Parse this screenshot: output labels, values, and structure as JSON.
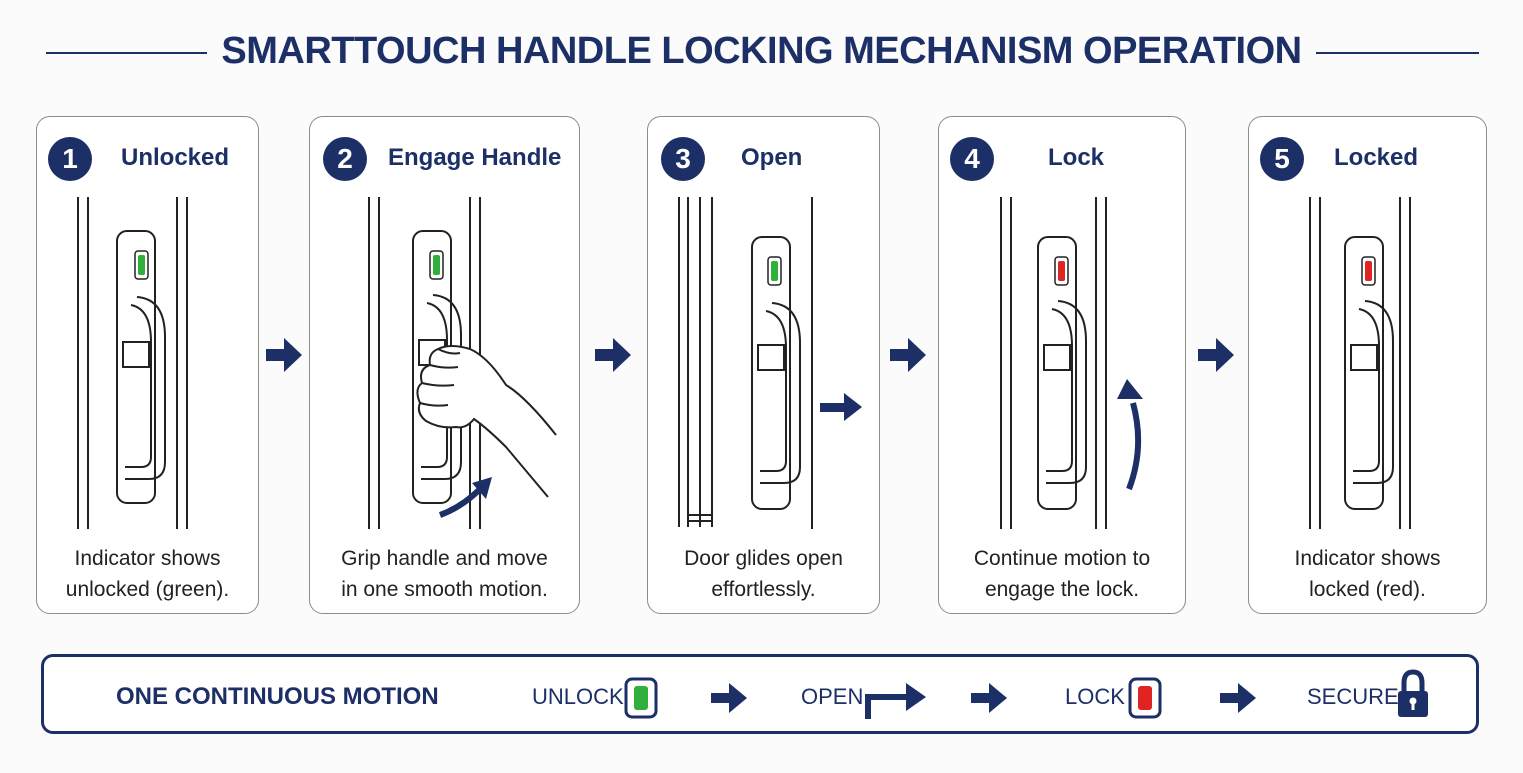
{
  "title": "SMARTTOUCH HANDLE LOCKING MECHANISM OPERATION",
  "steps": [
    {
      "number": "1",
      "title": "Unlocked",
      "caption_line1": "Indicator shows",
      "caption_line2": "unlocked (green).",
      "indicator_color": "#2fb03a"
    },
    {
      "number": "2",
      "title": "Engage Handle",
      "caption_line1": "Grip handle and move",
      "caption_line2": "in one smooth motion.",
      "indicator_color": "#2fb03a"
    },
    {
      "number": "3",
      "title": "Open",
      "caption_line1": "Door glides open",
      "caption_line2": "effortlessly.",
      "indicator_color": "#2fb03a"
    },
    {
      "number": "4",
      "title": "Lock",
      "caption_line1": "Continue motion to",
      "caption_line2": "engage the lock.",
      "indicator_color": "#e02424"
    },
    {
      "number": "5",
      "title": "Locked",
      "caption_line1": "Indicator shows",
      "caption_line2": "locked (red).",
      "indicator_color": "#e02424"
    }
  ],
  "motion_bar": {
    "title": "ONE CONTINUOUS MOTION",
    "unlock_label": "UNLOCK",
    "open_label": "OPEN",
    "lock_label": "LOCK",
    "secure_label": "SECURE"
  },
  "colors": {
    "navy": "#1c2f66",
    "green": "#2fb03a",
    "red": "#e02424"
  },
  "icons": [
    "step-arrow-icon",
    "hand-icon",
    "curved-arrow-icon",
    "lock-icon",
    "green-indicator-icon",
    "red-indicator-icon",
    "open-path-arrow-icon"
  ]
}
